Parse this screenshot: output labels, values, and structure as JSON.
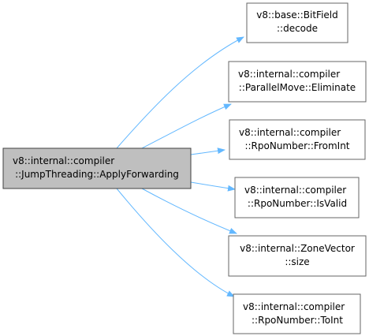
{
  "diagram": {
    "type": "call-graph",
    "colors": {
      "root_fill": "#bfbfbf",
      "root_stroke": "#404040",
      "node_fill": "#ffffff",
      "node_stroke": "#666666",
      "edge": "#63b8ff"
    },
    "root": {
      "id": "apply-forwarding",
      "lines": [
        "v8::internal::compiler",
        "::JumpThreading::ApplyForwarding"
      ]
    },
    "callees": [
      {
        "id": "bitfield-decode",
        "lines": [
          "v8::base::BitField",
          "::decode"
        ]
      },
      {
        "id": "parallelmove-eliminate",
        "lines": [
          "v8::internal::compiler",
          "::ParallelMove::Eliminate"
        ]
      },
      {
        "id": "rponumber-fromint",
        "lines": [
          "v8::internal::compiler",
          "::RpoNumber::FromInt"
        ]
      },
      {
        "id": "rponumber-isvalid",
        "lines": [
          "v8::internal::compiler",
          "::RpoNumber::IsValid"
        ]
      },
      {
        "id": "zonevector-size",
        "lines": [
          "v8::internal::ZoneVector",
          "::size"
        ]
      },
      {
        "id": "rponumber-toint",
        "lines": [
          "v8::internal::compiler",
          "::RpoNumber::ToInt"
        ]
      }
    ],
    "edges": [
      {
        "from": "apply-forwarding",
        "to": "bitfield-decode"
      },
      {
        "from": "apply-forwarding",
        "to": "parallelmove-eliminate"
      },
      {
        "from": "apply-forwarding",
        "to": "rponumber-fromint"
      },
      {
        "from": "apply-forwarding",
        "to": "rponumber-isvalid"
      },
      {
        "from": "apply-forwarding",
        "to": "zonevector-size"
      },
      {
        "from": "apply-forwarding",
        "to": "rponumber-toint"
      }
    ]
  }
}
